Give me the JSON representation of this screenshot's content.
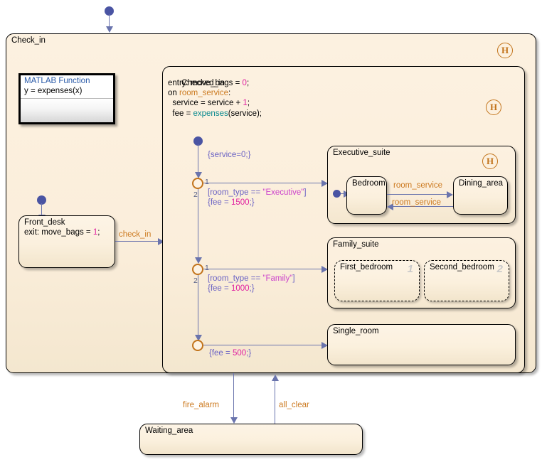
{
  "chart": {
    "name": "Check_in",
    "background": "#ffffff",
    "state_fill": "#fdf2e0",
    "border_color": "#000000",
    "transition_color": "#6a74ad",
    "event_color": "#cc7a20",
    "condition_color": "#6a62c4",
    "number_color": "#e020a0",
    "string_color": "#cc44cc",
    "function_color": "#0b8a8f",
    "history_color": "#c2731a",
    "junction_color": "#c2731a",
    "default_dot_color": "#4a54a3"
  },
  "states": {
    "check_in": {
      "name": "Check_in",
      "history_label": "H"
    },
    "checked_in": {
      "name": "Checked_in",
      "history_label": "H",
      "actions": [
        {
          "text": "entry: move_bags = 0;"
        },
        {
          "text": "on room_service:"
        },
        {
          "text": "  service = service + 1;"
        },
        {
          "text": "  fee = expenses(service);"
        }
      ]
    },
    "front_desk": {
      "name": "Front_desk",
      "action": "exit: move_bags = 1;"
    },
    "executive_suite": {
      "name": "Executive_suite",
      "history_label": "H",
      "children": [
        {
          "name": "Bedroom"
        },
        {
          "name": "Dining_area"
        }
      ]
    },
    "family_suite": {
      "name": "Family_suite",
      "children": [
        {
          "name": "First_bedroom",
          "order": "1"
        },
        {
          "name": "Second_bedroom",
          "order": "2"
        }
      ]
    },
    "single_room": {
      "name": "Single_room"
    },
    "waiting_area": {
      "name": "Waiting_area"
    }
  },
  "function_block": {
    "title": "MATLAB Function",
    "signature": "y = expenses(x)"
  },
  "transitions": {
    "check_in_event": {
      "label": "check_in"
    },
    "service_init": {
      "label": "{service=0;}"
    },
    "executive": {
      "condition": "[room_type == \"Executive\"]",
      "action": "{fee = 1500;}",
      "order_true": "1",
      "order_false": "2"
    },
    "family": {
      "condition": "[room_type == \"Family\"]",
      "action": "{fee = 1000;}",
      "order_true": "1",
      "order_false": "2"
    },
    "single": {
      "action": "{fee = 500;}"
    },
    "room_service_out": {
      "label": "room_service"
    },
    "room_service_back": {
      "label": "room_service"
    },
    "fire_alarm": {
      "label": "fire_alarm"
    },
    "all_clear": {
      "label": "all_clear"
    }
  }
}
